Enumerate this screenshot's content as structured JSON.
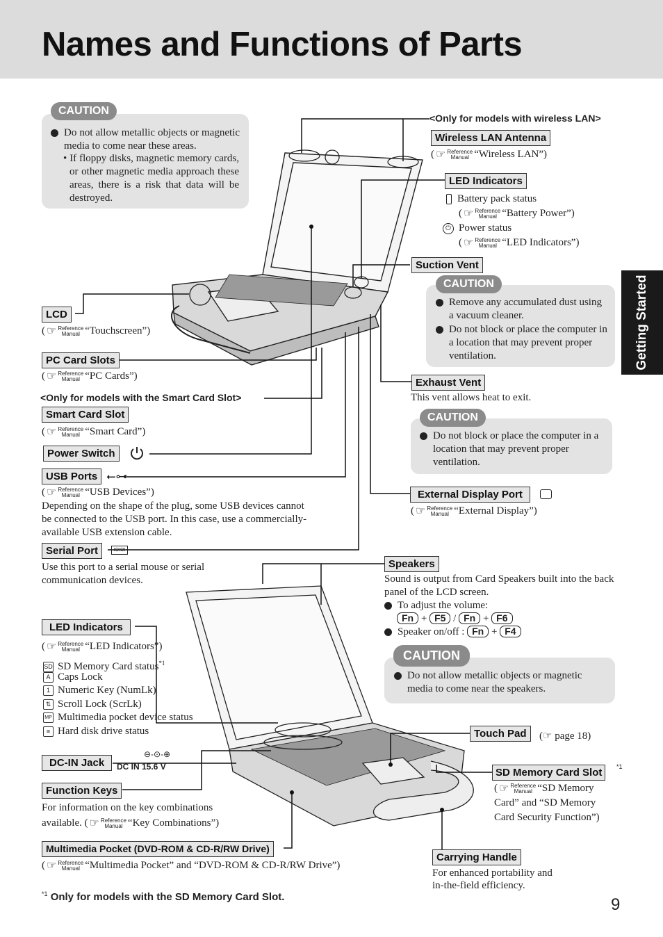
{
  "page_title": "Names and Functions of Parts",
  "side_tab": "Getting Started",
  "page_number": "9",
  "reference_icon": {
    "line1": "Reference",
    "line2": "Manual",
    "icon": "pointing-hand-icon"
  },
  "caution_label": "CAUTION",
  "caution_top": {
    "bullet": "Do not allow metallic objects or magnetic media to come near these areas.",
    "sub": "• If floppy disks, magnetic memory cards, or other magnetic media approach these areas, there is a risk that data will be destroyed."
  },
  "wireless": {
    "note": "<Only for models with wireless LAN>",
    "label": "Wireless LAN Antenna",
    "ref": "“Wireless LAN”)"
  },
  "led_top": {
    "label": "LED Indicators",
    "battery": "Battery pack status",
    "battery_ref": "“Battery Power”)",
    "power": "Power status",
    "power_ref": "“LED Indicators”)"
  },
  "suction": {
    "label": "Suction Vent",
    "b1": "Remove any accumulated dust using a vacuum cleaner.",
    "b2": "Do not block or place the computer in a location that may prevent proper ventilation."
  },
  "lcd": {
    "label": "LCD",
    "ref": "“Touchscreen”)"
  },
  "pccard": {
    "label": "PC Card Slots",
    "ref": "“PC Cards”)"
  },
  "smartcard": {
    "note": "<Only for models with the Smart Card Slot>",
    "label": "Smart Card Slot",
    "ref": "“Smart Card”)"
  },
  "power_switch": {
    "label": "Power Switch"
  },
  "usb": {
    "label": "USB Ports",
    "ref": "“USB Devices”)",
    "desc": "Depending on the shape of the plug, some USB devices cannot be connected to the USB port. In this case, use a commercially-available USB extension cable."
  },
  "exhaust": {
    "label": "Exhaust Vent",
    "desc": "This vent allows heat to exit.",
    "b1": "Do not block or place the computer in a location that may prevent proper ventilation."
  },
  "ext_display": {
    "label": "External Display Port",
    "ref": "“External Display”)"
  },
  "serial": {
    "label": "Serial Port",
    "icon_text": "IOIOI",
    "desc": "Use this port to a serial mouse or serial communication devices."
  },
  "speakers": {
    "label": "Speakers",
    "desc": "Sound is output from Card Speakers built into the back panel of the LCD screen.",
    "adjust": "To adjust the volume:",
    "onoff": "Speaker on/off :",
    "k_fn": "Fn",
    "k_f5": "F5",
    "k_f6": "F6",
    "k_f4": "F4",
    "plus": "+",
    "slash": "/",
    "b1": "Do not allow metallic objects or magnetic media to come near the speakers."
  },
  "led_bottom": {
    "label": "LED Indicators",
    "ref": "“LED Indicators”)",
    "items": [
      {
        "icon": "SD",
        "text": "SD Memory Card status",
        "sup": "*1"
      },
      {
        "icon": "A",
        "text": "Caps Lock",
        "sup": ""
      },
      {
        "icon": "1",
        "text": "Numeric Key (NumLk)",
        "sup": ""
      },
      {
        "icon": "⇅",
        "text": "Scroll Lock (ScrLk)",
        "sup": ""
      },
      {
        "icon": "MP",
        "text": "Multimedia pocket device status",
        "sup": ""
      },
      {
        "icon": "≡",
        "text": "Hard disk drive status",
        "sup": ""
      }
    ]
  },
  "dcin": {
    "label": "DC-IN Jack",
    "rating": "DC IN 15.6 V"
  },
  "touchpad": {
    "label": "Touch Pad",
    "ref": "page 18)"
  },
  "function_keys": {
    "label": "Function Keys",
    "desc1": "For information on the key combinations",
    "desc2": "available. (",
    "ref": "“Key Combinations”)"
  },
  "sdslot": {
    "label": "SD Memory Card Slot",
    "sup": "*1",
    "ref1": "“SD Memory",
    "ref2": "Card” and “SD Memory",
    "ref3": "Card Security Function”)"
  },
  "multimedia": {
    "label": "Multimedia Pocket (DVD-ROM & CD-R/RW Drive)",
    "ref": "“Multimedia Pocket” and “DVD-ROM & CD-R/RW Drive”)"
  },
  "handle": {
    "label": "Carrying Handle",
    "desc1": "For enhanced portability and",
    "desc2": "in-the-field efficiency."
  },
  "footnote": {
    "mark": "*1",
    "text": "Only for models with the SD Memory Card Slot."
  }
}
